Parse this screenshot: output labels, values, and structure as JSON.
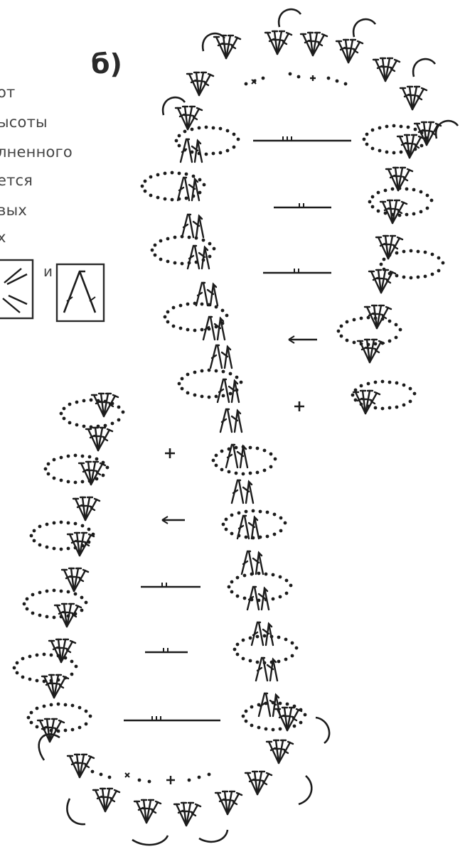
{
  "figure_label": "б)",
  "legend": {
    "text_fragments": [
      "от",
      "ысоты",
      "лненного",
      "ется",
      "вых",
      "х"
    ],
    "conjunction": "и"
  },
  "colors": {
    "ink": "#1c1c1c",
    "text": "#454545",
    "background": "#ffffff"
  }
}
